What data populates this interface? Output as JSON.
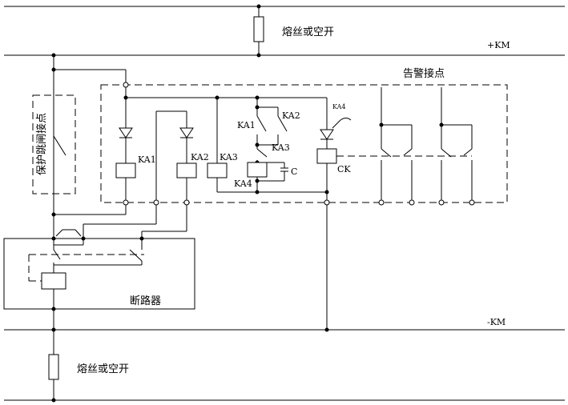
{
  "labels": {
    "fuse_top": "熔丝或空开",
    "fuse_bottom": "熔丝或空开",
    "bus_pos": "+KM",
    "bus_neg": "-KM",
    "protect_trip": "保护跳闸接点",
    "alarm_contacts": "告警接点",
    "breaker": "断路器",
    "ka1_coil": "KA1",
    "ka2_coil": "KA2",
    "ka3_coil": "KA3",
    "ka1_contact": "KA1",
    "ka2_contact": "KA2",
    "ka3_contact": "KA3",
    "ka4_contact": "KA4",
    "ka4_small": "KA4",
    "capacitor": "C",
    "ck": "CK"
  }
}
